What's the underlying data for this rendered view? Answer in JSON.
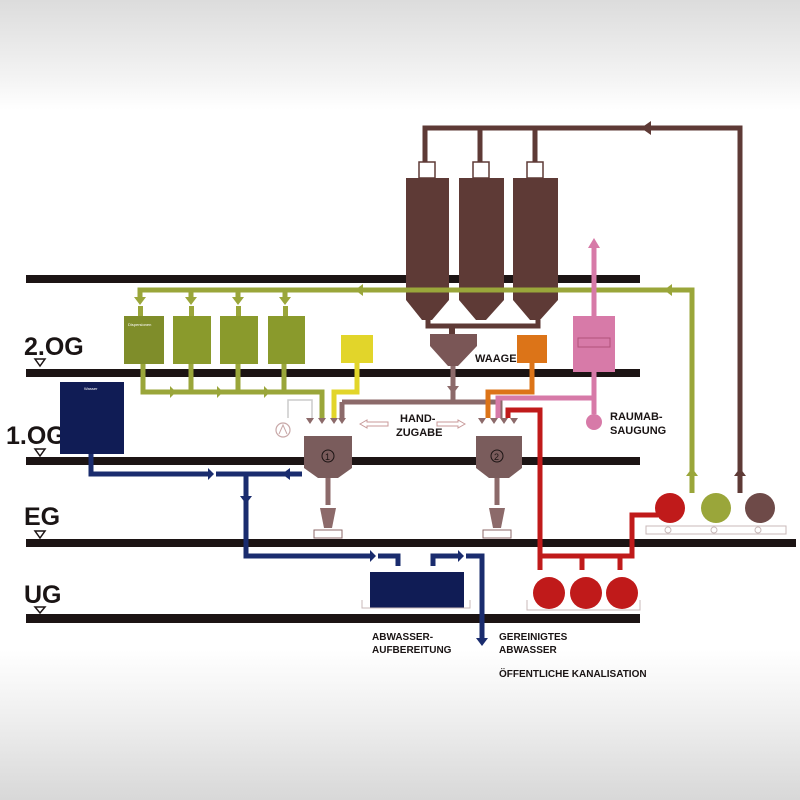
{
  "levels": [
    {
      "id": "2og",
      "label": "2.OG"
    },
    {
      "id": "1og",
      "label": "1.OG"
    },
    {
      "id": "eg",
      "label": "EG"
    },
    {
      "id": "ug",
      "label": "UG"
    }
  ],
  "labels": {
    "waage": "WAAGE",
    "hand_zugabe_1": "HAND-",
    "hand_zugabe_2": "ZUGABE",
    "raumabsaugung_1": "RAUMAB-",
    "raumabsaugung_2": "SAUGUNG",
    "abwasser_1": "ABWASSER-",
    "abwasser_2": "AUFBEREITUNG",
    "gereinigt_1": "GEREINIGTES",
    "gereinigt_2": "ABWASSER",
    "kanalisation": "ÖFFENTLICHE KANALISATION"
  },
  "equipment": {
    "water_tank": "Wasser",
    "mixer_1": "1",
    "mixer_2": "2"
  },
  "colors": {
    "floor": "#1c1414",
    "silo": "#5e3a36",
    "green": "#9aa63a",
    "green_dark": "#7f8d2a",
    "yellow": "#e2d52a",
    "blue": "#1a2c6e",
    "blue_dark": "#101c55",
    "orange": "#dc7418",
    "pink": "#d77aa8",
    "red": "#c01a1a",
    "mauve": "#8c6a6a"
  }
}
